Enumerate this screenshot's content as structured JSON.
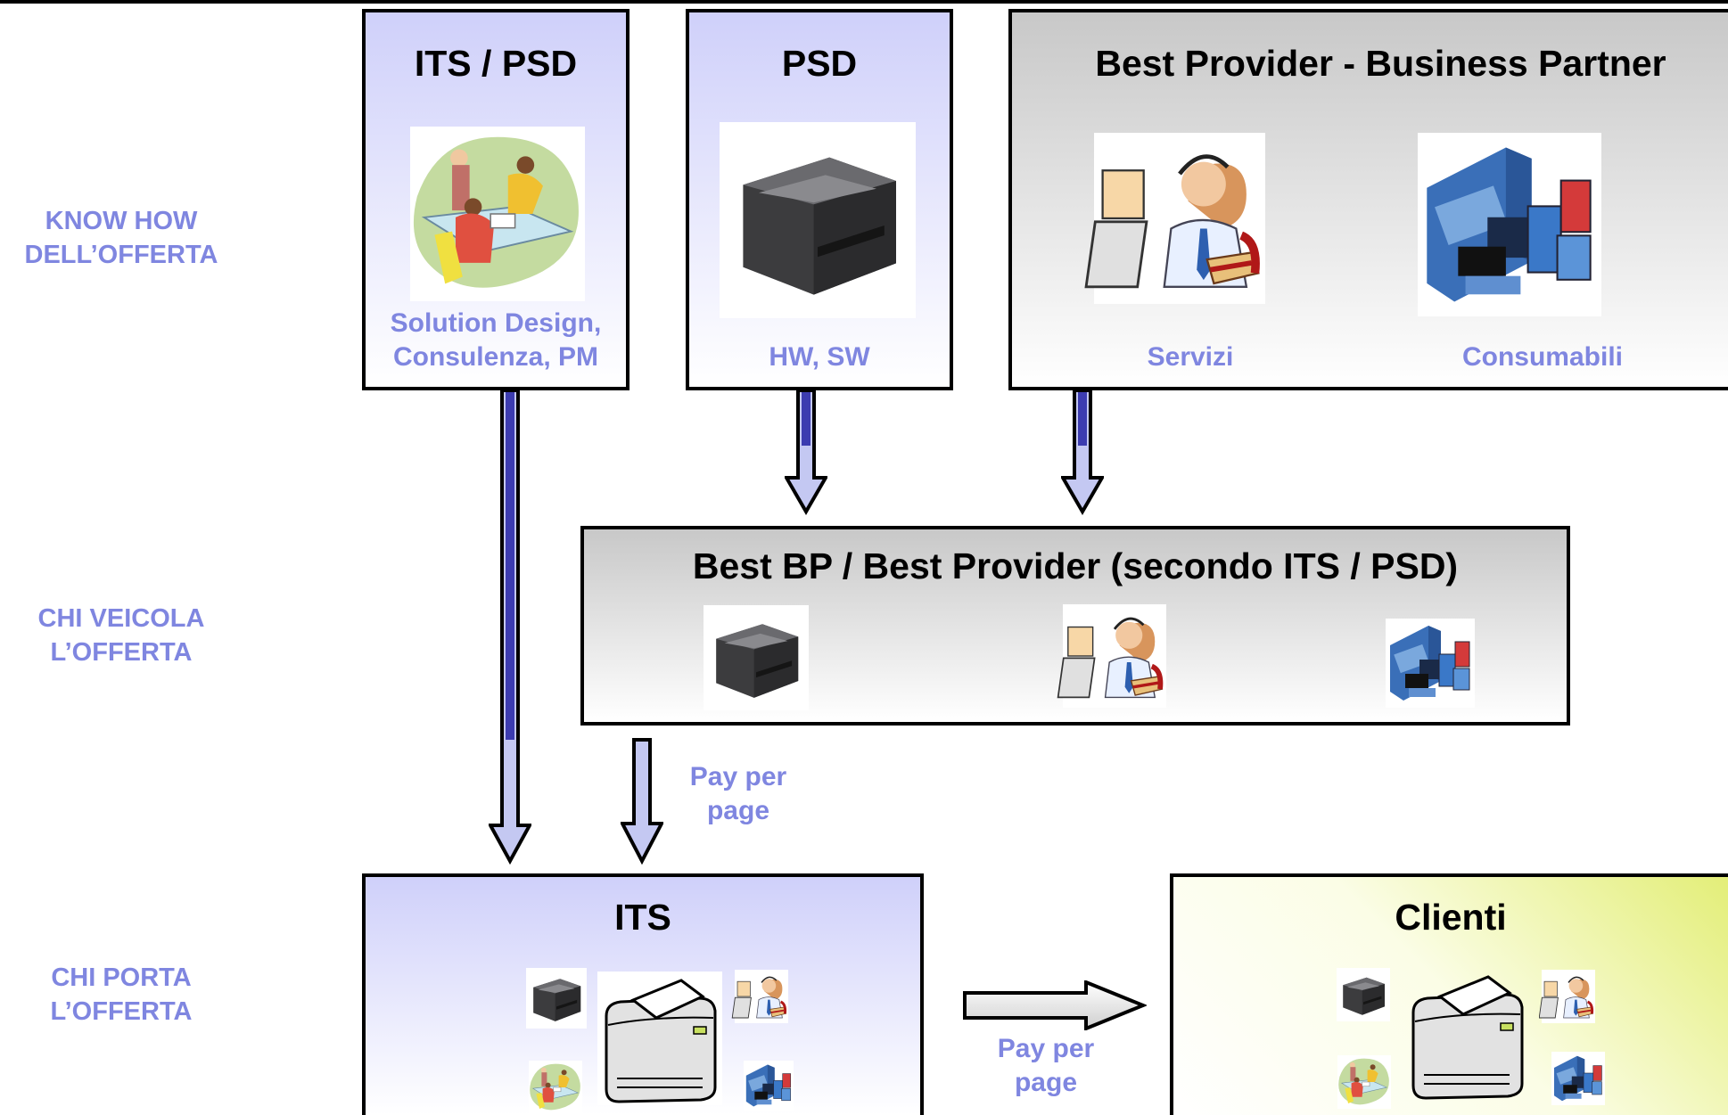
{
  "row_labels": {
    "know_how": [
      "KNOW HOW",
      "DELL’OFFERTA"
    ],
    "chi_veicola": [
      "CHI VEICOLA",
      "L’OFFERTA"
    ],
    "chi_porta": [
      "CHI PORTA",
      "L’OFFERTA"
    ]
  },
  "boxes": {
    "its_psd": {
      "title": "ITS / PSD",
      "caption": [
        "Solution Design,",
        "Consulenza, PM"
      ]
    },
    "psd": {
      "title": "PSD",
      "caption": "HW, SW"
    },
    "best_provider": {
      "title": "Best Provider - Business Partner",
      "captions": [
        "Servizi",
        "Consumabili"
      ]
    },
    "best_bp": {
      "title": "Best BP / Best Provider (secondo ITS / PSD)"
    },
    "its": {
      "title": "ITS"
    },
    "clienti": {
      "title": "Clienti"
    }
  },
  "arrows": {
    "pay_per_page_1": [
      "Pay per",
      "page"
    ],
    "pay_per_page_2": [
      "Pay per",
      "page"
    ]
  },
  "colors": {
    "label": "#7f86e0",
    "arrow_fill": "#c4c8f2",
    "box_blue": "#cfd0fa",
    "box_grey": "#c8c8c8",
    "box_yellow": "#e3ee78"
  },
  "icons": [
    "printer-icon",
    "call-center-icon",
    "consumables-icon",
    "meeting-icon",
    "big-printer-icon",
    "arrow-down-icon",
    "arrow-right-icon"
  ]
}
